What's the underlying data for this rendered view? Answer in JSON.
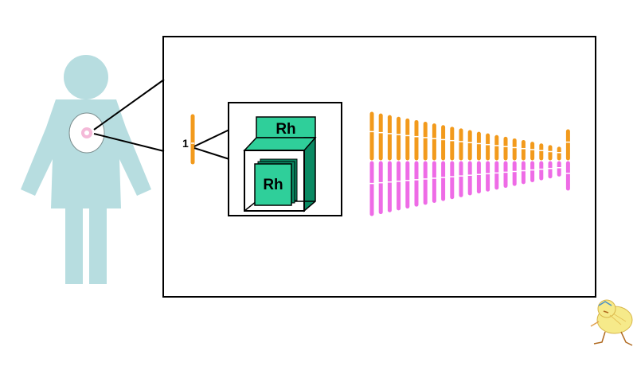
{
  "labels": {
    "chromosome_number": "1",
    "gene_outer": "Rh",
    "gene_inner": "Rh"
  },
  "colors": {
    "figure": "#b7dde0",
    "cell_fill": "#ffffff",
    "cell_nucleus": "#f4b9d8",
    "maternal_chromosome": "#f29a1c",
    "paternal_chromosome": "#ee6be6",
    "gene_box_light": "#2fcf9a",
    "gene_box_dark": "#0a8a63",
    "outline": "#000000"
  },
  "icons": [
    "woman-figure-icon",
    "chick-drawing-icon"
  ]
}
